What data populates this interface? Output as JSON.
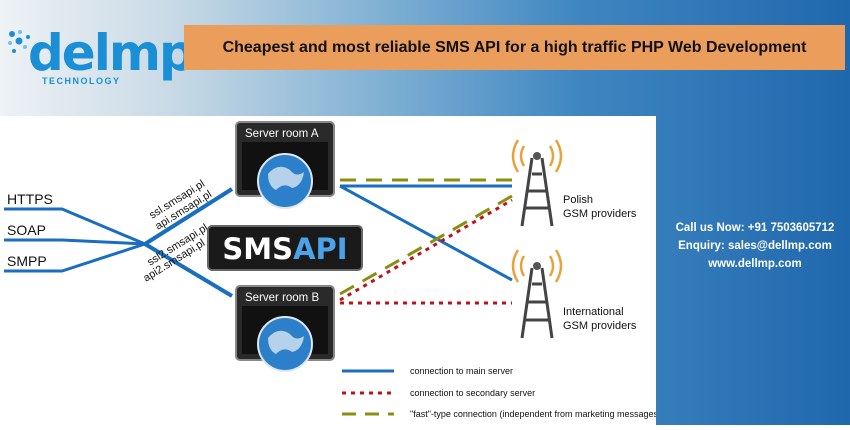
{
  "logo": {
    "word": "delmp",
    "subtitle": "TECHNOLOGY"
  },
  "banner": {
    "text": "Cheapest and most reliable SMS API for a high traffic PHP Web Development"
  },
  "diagram": {
    "protocols": [
      "HTTPS",
      "SOAP",
      "SMPP"
    ],
    "server_a": {
      "label": "Server room A",
      "hosts": [
        "ssl.smsapi.pl",
        "api.smsapi.pl"
      ]
    },
    "server_b": {
      "label": "Server room B",
      "hosts": [
        "ssl2.smsapi.pl",
        "api2.smsapi.pl"
      ]
    },
    "brand": {
      "left": "SMS",
      "right": "API"
    },
    "providers": {
      "polish": [
        "Polish",
        "GSM providers"
      ],
      "international": [
        "International",
        "GSM providers"
      ]
    },
    "legend": [
      {
        "label": "connection to main server",
        "style": "solid",
        "color": "#1a6ec0"
      },
      {
        "label": "connection to secondary server",
        "style": "dotted",
        "color": "#c0101a"
      },
      {
        "label": "\"fast\"-type connection (independent from marketing messages)",
        "style": "dashed",
        "color": "#8a8f10"
      }
    ]
  },
  "contact": {
    "phone": "Call us Now: +91 7503605712",
    "email": "Enquiry: sales@dellmp.com",
    "website": "www.dellmp.com"
  },
  "colors": {
    "banner": "#eb9d5c",
    "main": "#1a6ec0",
    "secondary": "#c0101a",
    "fast": "#8a8f10"
  }
}
